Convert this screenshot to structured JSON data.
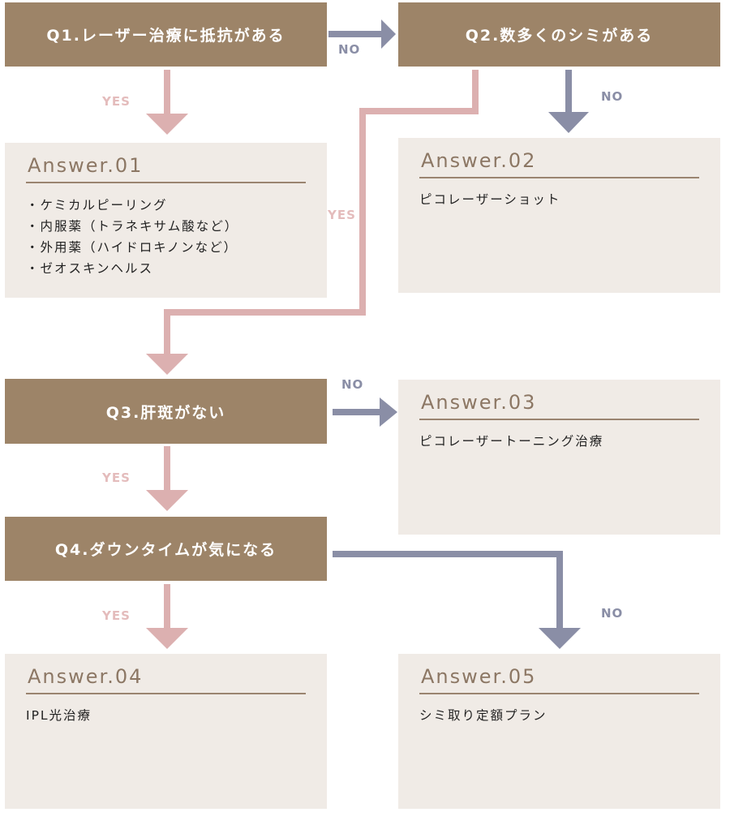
{
  "questions": {
    "q1": "Q1.レーザー治療に抵抗がある",
    "q2": "Q2.数多くのシミがある",
    "q3": "Q3.肝斑がない",
    "q4": "Q4.ダウンタイムが気になる"
  },
  "answers": {
    "a1": {
      "title": "Answer.01",
      "items": [
        "・ケミカルピーリング",
        "・内服薬（トラネキサム酸など）",
        "・外用薬（ハイドロキノンなど）",
        "・ゼオスキンヘルス"
      ]
    },
    "a2": {
      "title": "Answer.02",
      "text": "ピコレーザーショット"
    },
    "a3": {
      "title": "Answer.03",
      "text": "ピコレーザートーニング治療"
    },
    "a4": {
      "title": "Answer.04",
      "text": "IPL光治療"
    },
    "a5": {
      "title": "Answer.05",
      "text": "シミ取り定額プラン"
    }
  },
  "labels": {
    "yes": "YES",
    "no": "NO"
  },
  "colors": {
    "question_bg": "#9d8468",
    "answer_bg": "#f0ebe6",
    "yes_arrow": "#dcb0b0",
    "no_arrow": "#8a8ea6"
  }
}
